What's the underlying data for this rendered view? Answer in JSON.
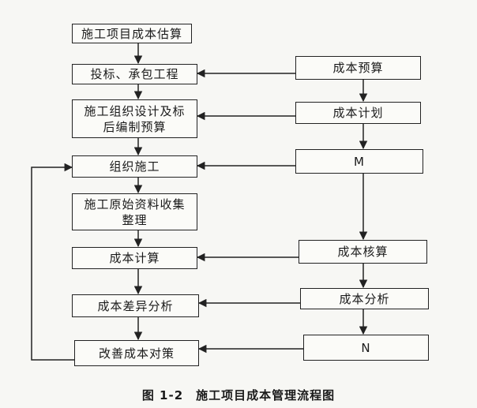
{
  "diagram": {
    "left_column": {
      "estimate": "施工项目成本估算",
      "bidding": "投标、承包工程",
      "organization_design": "施工组织设计及标后编制预算",
      "organize_construction": "组织施工",
      "data_collection": "施工原始资料收集整理",
      "cost_calculation": "成本计算",
      "variance_analysis": "成本差异分析",
      "improvement": "改善成本对策"
    },
    "right_column": {
      "budget": "成本预算",
      "plan": "成本计划",
      "m_node": "M",
      "accounting": "成本核算",
      "analysis": "成本分析",
      "n_node": "N"
    }
  },
  "caption": "图 1-2　施工项目成本管理流程图"
}
